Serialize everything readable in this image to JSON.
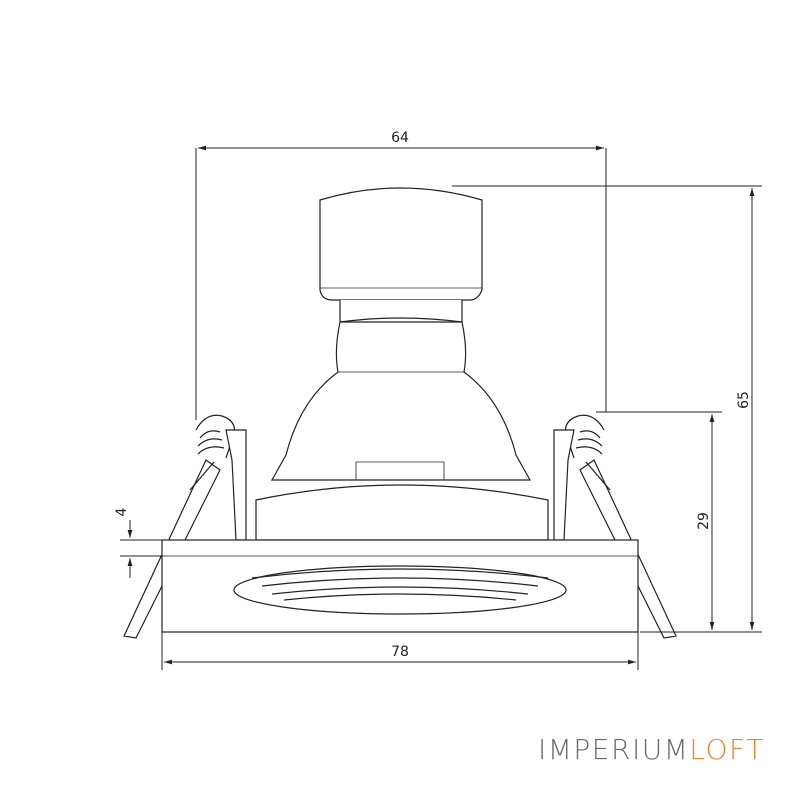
{
  "dimensions": {
    "top_width": "64",
    "total_height": "65",
    "body_height": "29",
    "frame_thickness": "4",
    "frame_width": "78"
  },
  "logo": {
    "part1": "IMPERIUM",
    "part2": "LOFT",
    "color_primary": "#6a6a6a",
    "color_accent": "#e8842c"
  }
}
